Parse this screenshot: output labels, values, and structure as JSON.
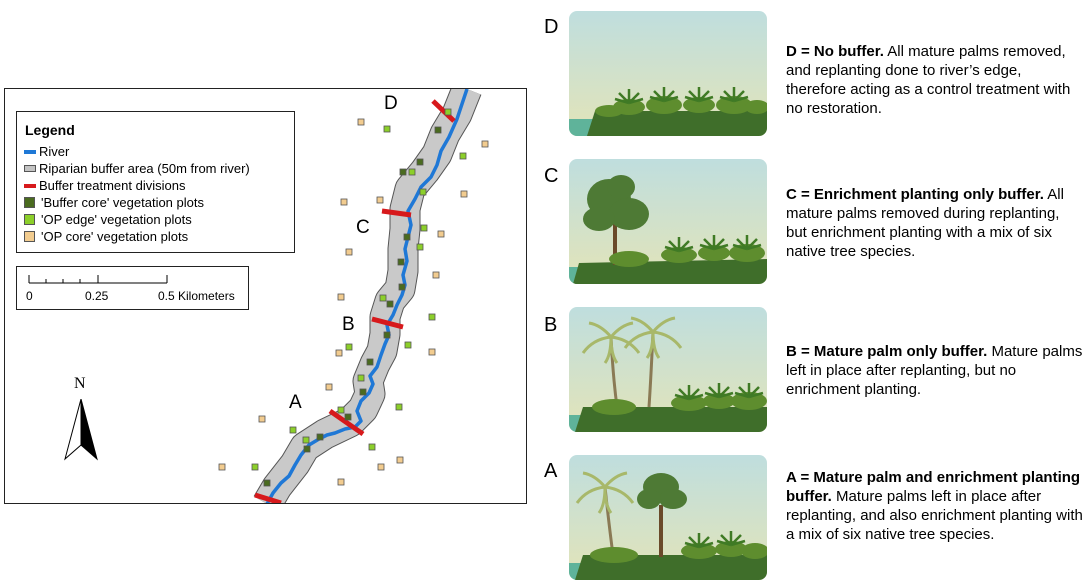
{
  "map": {
    "legend": {
      "title": "Legend",
      "items": [
        {
          "label": "River",
          "color": "#1f78d6",
          "symbol": "line"
        },
        {
          "label": "Riparian buffer area (50m from river)",
          "color": "#c4c4c4",
          "symbol": "band"
        },
        {
          "label": "Buffer treatment divisions",
          "color": "#d7191c",
          "symbol": "line"
        },
        {
          "label": "'Buffer core' vegetation plots",
          "color": "#4a6b1f",
          "symbol": "square"
        },
        {
          "label": "'OP edge' vegetation plots",
          "color": "#8ccf2a",
          "symbol": "square"
        },
        {
          "label": "'OP core' vegetation plots",
          "color": "#f2cc8f",
          "symbol": "square"
        }
      ]
    },
    "scale_bar": {
      "ticks": [
        "0",
        "0.25",
        "0.5 Kilometers"
      ]
    },
    "north_arrow": {
      "label": "N"
    },
    "zone_labels": [
      "A",
      "B",
      "C",
      "D"
    ]
  },
  "panels": [
    {
      "letter": "D",
      "title": "D = No buffer.",
      "body": " All mature palms removed, and replanting done to river’s edge, therefore acting as a control treatment with no restoration.",
      "scene": "no-buffer"
    },
    {
      "letter": "C",
      "title": "C = Enrichment planting only buffer.",
      "body": " All mature palms removed during replanting, but enrichment planting with a mix of six native tree species.",
      "scene": "enrichment-only"
    },
    {
      "letter": "B",
      "title": "B = Mature palm only buffer.",
      "body": " Mature palms left in place after replanting, but no enrichment planting.",
      "scene": "palm-only"
    },
    {
      "letter": "A",
      "title": "A = Mature palm and enrichment planting buffer.",
      "body": " Mature palms left in place after replanting, and also enrichment planting with a mix of six native tree species.",
      "scene": "palm-and-enrichment"
    }
  ]
}
